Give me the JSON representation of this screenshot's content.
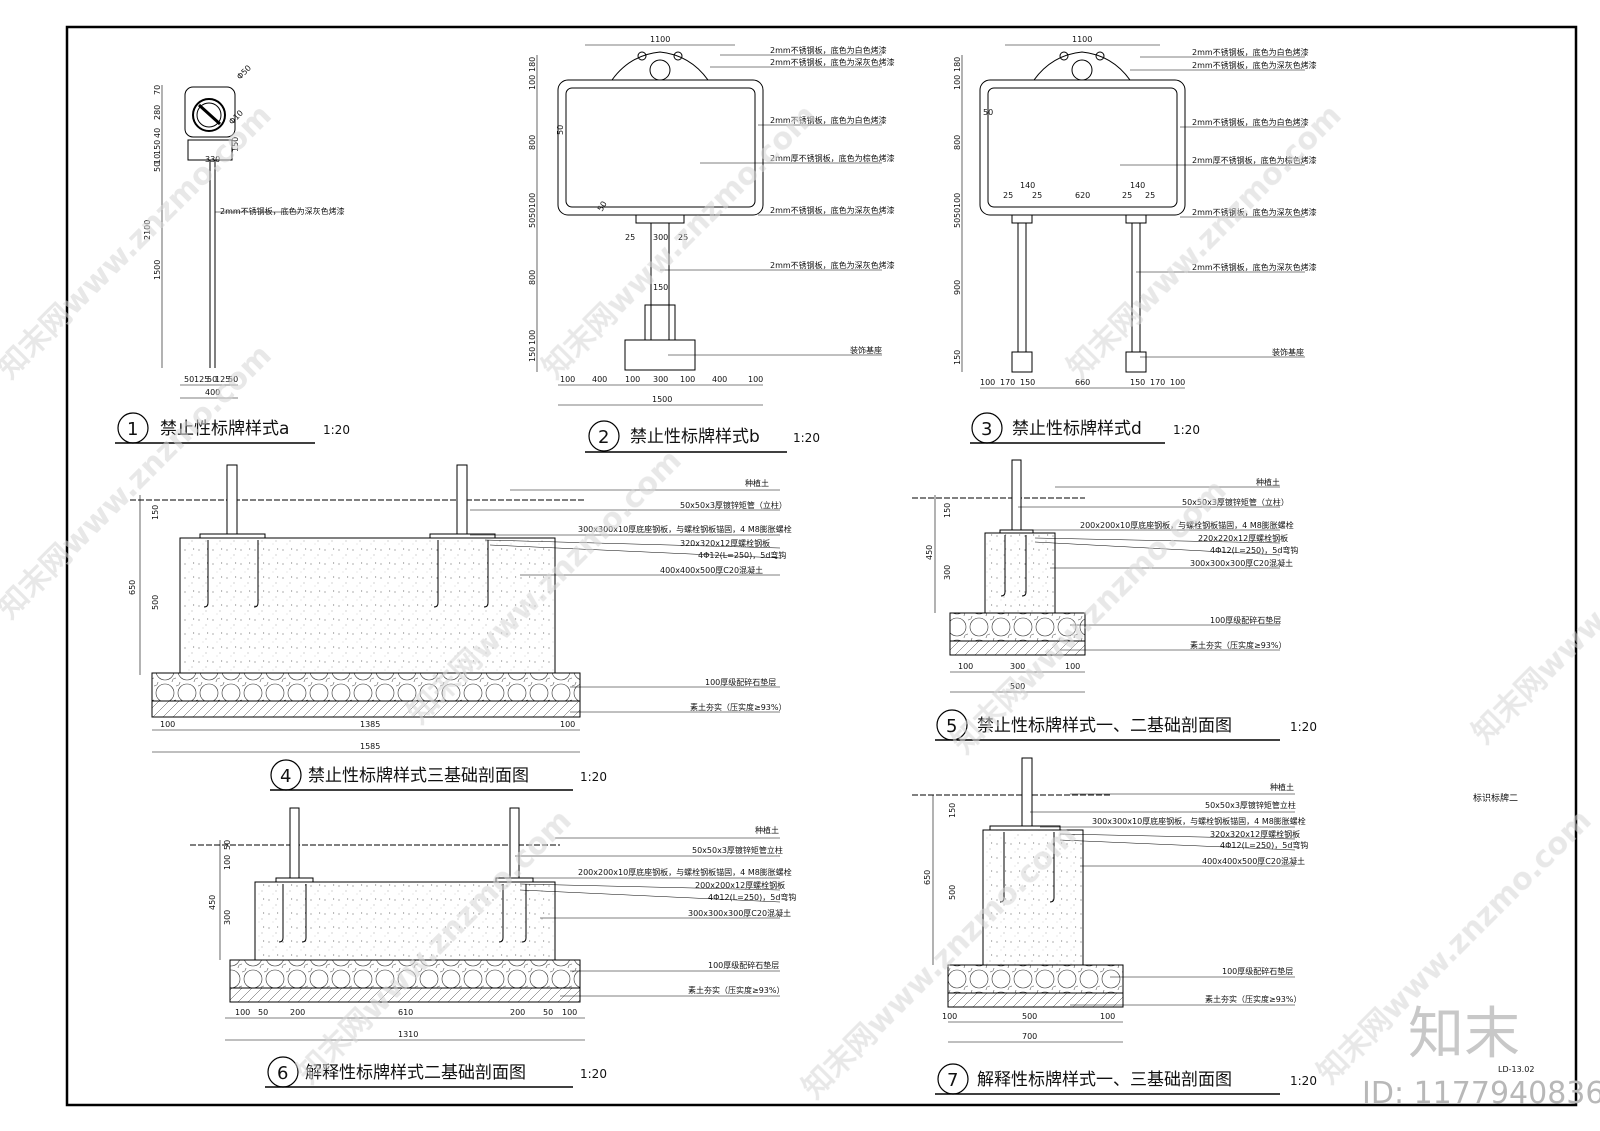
{
  "sheet": {
    "side_label": "标识标牌二",
    "drawing_no": "LD-13.02",
    "brand_logo": "知末",
    "id_text": "ID: 1177940836",
    "watermark": "知末网www.znzmo.com"
  },
  "views": [
    {
      "num": "1",
      "title": "禁止性标牌样式a",
      "scale": "1:20"
    },
    {
      "num": "2",
      "title": "禁止性标牌样式b",
      "scale": "1:20"
    },
    {
      "num": "3",
      "title": "禁止性标牌样式d",
      "scale": "1:20"
    },
    {
      "num": "4",
      "title": "禁止性标牌样式三基础剖面图",
      "scale": "1:20"
    },
    {
      "num": "5",
      "title": "禁止性标牌样式一、二基础剖面图",
      "scale": "1:20"
    },
    {
      "num": "6",
      "title": "解释性标牌样式二基础剖面图",
      "scale": "1:20"
    },
    {
      "num": "7",
      "title": "解释性标牌样式一、三基础剖面图",
      "scale": "1:20"
    }
  ],
  "view1": {
    "dims_v": [
      "70",
      "280",
      "40",
      "150",
      "10",
      "50",
      "2100",
      "1500"
    ],
    "dims_misc": [
      "Φ50",
      "Φ10",
      "330",
      "150"
    ],
    "dims_h": [
      "50",
      "125",
      "50",
      "125",
      "50"
    ],
    "dim_total": "400",
    "notes": [
      "2mm不锈钢板，底色为深灰色烤漆"
    ]
  },
  "view2": {
    "dim_top": "1100",
    "dims_v": [
      "180",
      "100",
      "800",
      "100",
      "50",
      "50",
      "800",
      "100",
      "150"
    ],
    "dims_misc": [
      "50",
      "50",
      "25",
      "300",
      "25",
      "150"
    ],
    "dims_h": [
      "100",
      "400",
      "100",
      "300",
      "100",
      "400",
      "100"
    ],
    "dim_total": "1500",
    "notes": [
      "2mm不锈钢板，底色为白色烤漆",
      "2mm不锈钢板，底色为深灰色烤漆",
      "2mm不锈钢板，底色为白色烤漆",
      "2mm厚不锈钢板，底色为棕色烤漆",
      "2mm不锈钢板，底色为深灰色烤漆",
      "2mm不锈钢板，底色为深灰色烤漆",
      "装饰基座"
    ]
  },
  "view3": {
    "dim_top": "1100",
    "dims_v": [
      "180",
      "100",
      "800",
      "100",
      "50",
      "50",
      "900",
      "150"
    ],
    "dims_misc": [
      "50",
      "25",
      "140",
      "25",
      "620",
      "140",
      "25",
      "25"
    ],
    "dims_h": [
      "100",
      "170",
      "150",
      "660",
      "150",
      "170",
      "100"
    ],
    "notes": [
      "2mm不锈钢板，底色为白色烤漆",
      "2mm不锈钢板，底色为深灰色烤漆",
      "2mm不锈钢板，底色为白色烤漆",
      "2mm厚不锈钢板，底色为棕色烤漆",
      "2mm不锈钢板，底色为深灰色烤漆",
      "2mm不锈钢板，底色为深灰色烤漆",
      "装饰基座"
    ]
  },
  "view4": {
    "dims_v": [
      "150",
      "650",
      "500"
    ],
    "dims_h": [
      "100",
      "1385",
      "100"
    ],
    "dim_total": "1585",
    "notes": [
      "种植土",
      "50x50x3厚镀锌矩管（立柱）",
      "300x300x10厚底座钢板，与螺栓钢板锚固，4 M8膨胀螺栓",
      "320x320x12厚螺栓钢板",
      "4Φ12(L=250)，5d弯钩",
      "400x400x500厚C20混凝土",
      "100厚级配碎石垫层",
      "素土夯实（压实度≥93%）"
    ]
  },
  "view5": {
    "dims_v": [
      "150",
      "450",
      "300"
    ],
    "dims_h": [
      "100",
      "300",
      "100"
    ],
    "dim_total": "500",
    "notes": [
      "种植土",
      "50x50x3厚镀锌矩管（立柱）",
      "200x200x10厚底座钢板，与螺栓钢板锚固，4 M8膨胀螺栓",
      "220x220x12厚螺栓钢板",
      "4Φ12(L=250)，5d弯钩",
      "300x300x300厚C20混凝土",
      "100厚级配碎石垫层",
      "素土夯实（压实度≥93%）"
    ]
  },
  "view6": {
    "dims_v": [
      "50",
      "100",
      "450",
      "300"
    ],
    "dims_h": [
      "100",
      "50",
      "200",
      "610",
      "200",
      "50",
      "100"
    ],
    "dim_total": "1310",
    "notes": [
      "种植土",
      "50x50x3厚镀锌矩管立柱",
      "200x200x10厚底座钢板，与螺栓钢板锚固，4 M8膨胀螺栓",
      "200x200x12厚螺栓钢板",
      "4Φ12(L=250)，5d弯钩",
      "300x300x300厚C20混凝土",
      "100厚级配碎石垫层",
      "素土夯实（压实度≥93%）"
    ]
  },
  "view7": {
    "dims_v": [
      "150",
      "650",
      "500"
    ],
    "dims_h": [
      "100",
      "500",
      "100"
    ],
    "dim_total": "700",
    "notes": [
      "种植土",
      "50x50x3厚镀锌矩管立柱",
      "300x300x10厚底座钢板，与螺栓钢板锚固，4 M8膨胀螺栓",
      "320x320x12厚螺栓钢板",
      "4Φ12(L=250)，5d弯钩",
      "400x400x500厚C20混凝土",
      "100厚级配碎石垫层",
      "素土夯实（压实度≥93%）"
    ]
  }
}
